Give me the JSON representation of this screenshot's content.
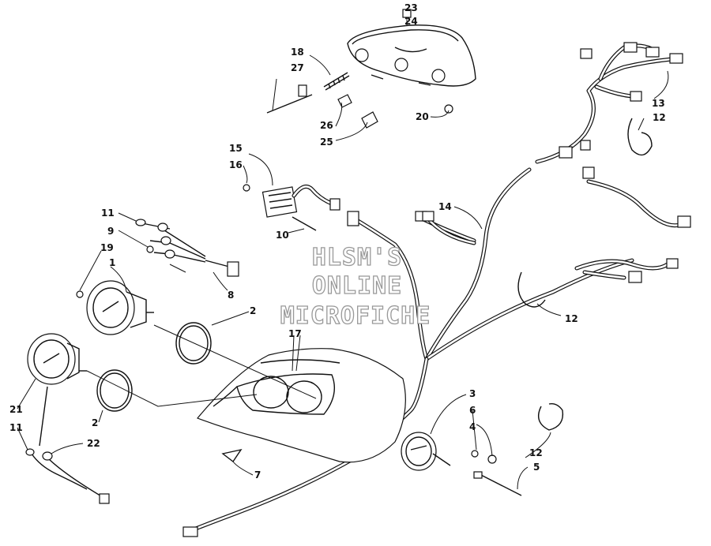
{
  "watermark": {
    "line1": "HLSM'S",
    "line2": "ONLINE",
    "line3": "MICROFICHE"
  },
  "callouts": {
    "c23": "23",
    "c24": "24",
    "c18": "18",
    "c27": "27",
    "c26": "26",
    "c25": "25",
    "c20": "20",
    "c13": "13",
    "c12a": "12",
    "c15": "15",
    "c16": "16",
    "c14": "14",
    "c10": "10",
    "c11a": "11",
    "c9": "9",
    "c19": "19",
    "c1": "1",
    "c8": "8",
    "c2a": "2",
    "c17": "17",
    "c12b": "12",
    "c3": "3",
    "c6": "6",
    "c4": "4",
    "c21": "21",
    "c2b": "2",
    "c11b": "11",
    "c22": "22",
    "c12c": "12",
    "c5": "5",
    "c7": "7"
  }
}
